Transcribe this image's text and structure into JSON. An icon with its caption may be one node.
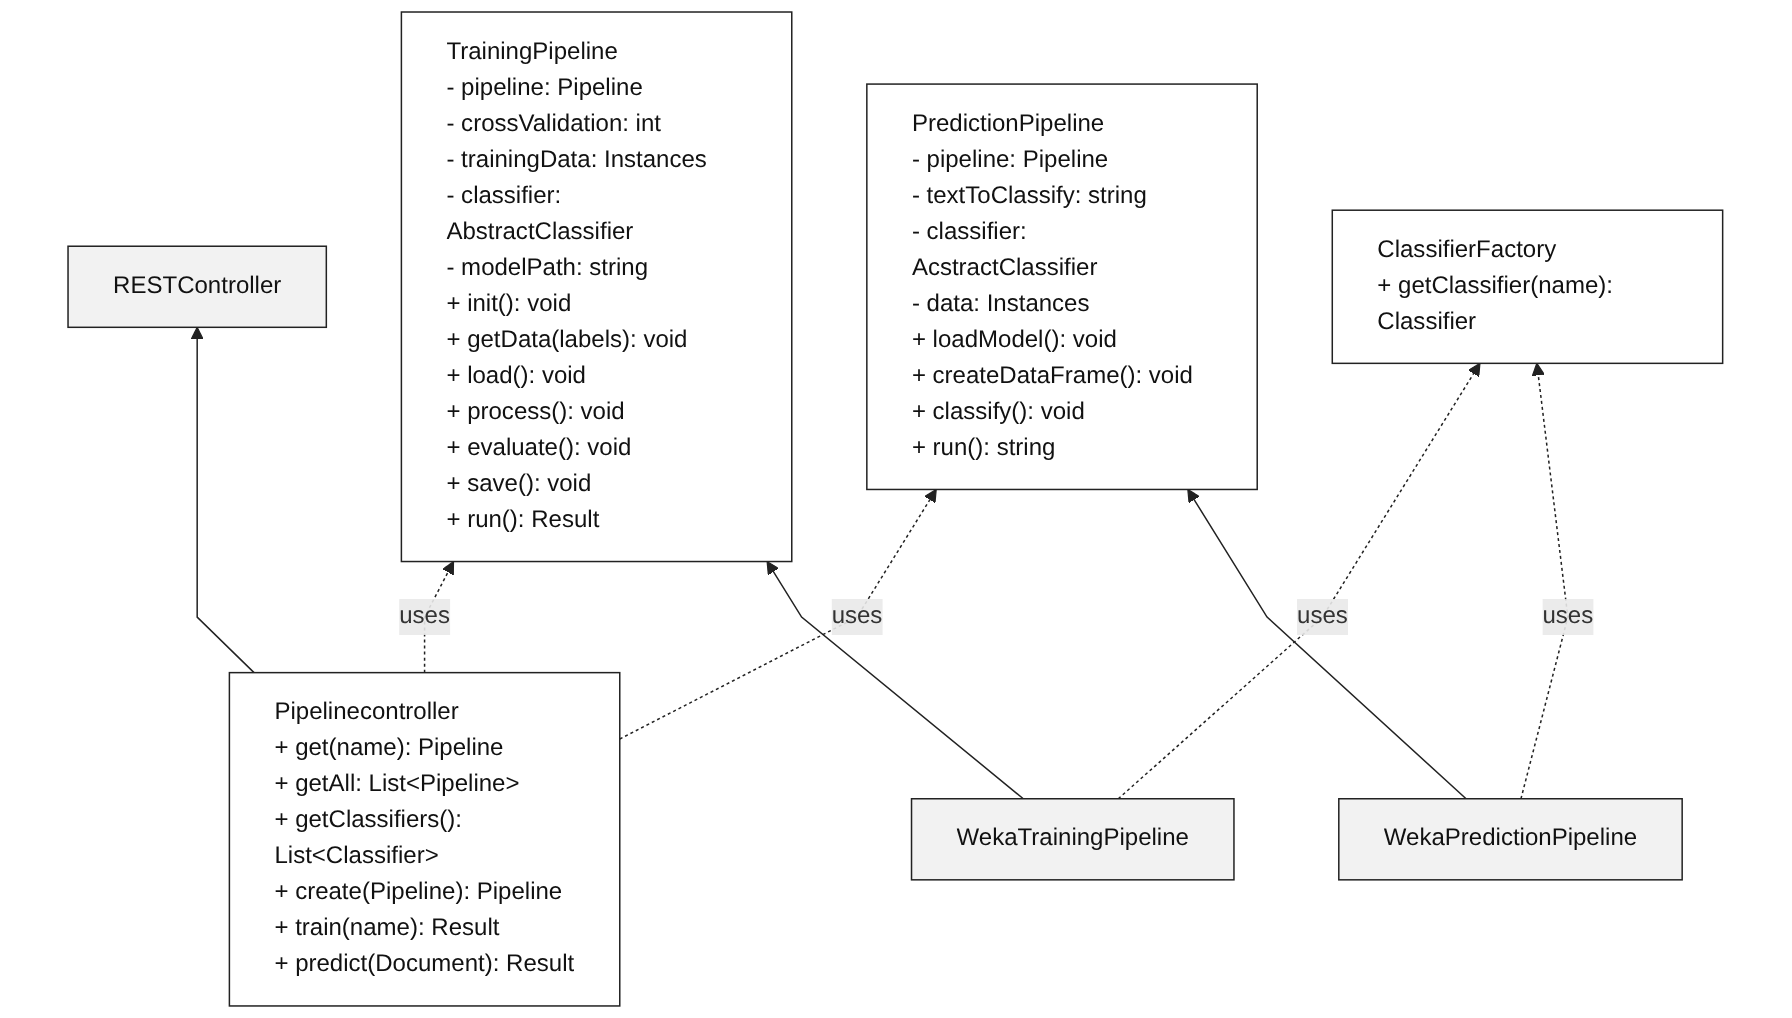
{
  "diagram": {
    "nodes": [
      {
        "text": [
          "RESTController"
        ]
      },
      {
        "text": [
          "TrainingPipeline",
          "- pipeline: Pipeline",
          "- crossValidation: int",
          "- trainingData: Instances",
          "- classifier: AbstractClassifier",
          "- modelPath: string",
          "+ init(): void",
          "+ getData(labels): void",
          "+ load(): void",
          "+ process(): void",
          "+ evaluate(): void",
          "+ save(): void",
          "+ run(): Result"
        ]
      },
      {
        "text": [
          "Pipelinecontroller",
          "+ get(name): Pipeline",
          "+ getAll: List<Pipeline>",
          "+ getClassifiers(): List<Classifier>",
          "+ create(Pipeline): Pipeline",
          "+ train(name): Result",
          "+ predict(Document): Result"
        ]
      },
      {
        "text": [
          "PredictionPipeline",
          "- pipeline: Pipeline",
          "- textToClassify: string",
          "- classifier: AcstractClassifier",
          "- data: Instances",
          "+ loadModel(): void",
          "+ createDataFrame(): void",
          "+ classify(): void",
          "+ run(): string"
        ]
      },
      {
        "text": [
          "ClassifierFactory",
          "+ getClassifier(name): Classifier"
        ]
      },
      {
        "text": [
          "WekaTrainingPipeline"
        ]
      },
      {
        "text": [
          "WekaPredictionPipeline"
        ]
      }
    ],
    "edges": [
      {
        "from": 2,
        "to": 0,
        "arrow": "to"
      },
      {
        "from": 2,
        "to": 1,
        "arrow": "to",
        "label": "uses",
        "style": "dashed"
      },
      {
        "from": 2,
        "to": 3,
        "arrow": "to",
        "label": "uses",
        "style": "dashed"
      },
      {
        "from": 5,
        "to": 1,
        "arrow": "to"
      },
      {
        "from": 6,
        "to": 3,
        "arrow": "to"
      },
      {
        "from": 5,
        "to": 4,
        "arrow": "to",
        "label": "uses",
        "style": "dashed"
      },
      {
        "from": 6,
        "to": 4,
        "arrow": "to",
        "label": "uses",
        "style": "dashed"
      }
    ]
  }
}
